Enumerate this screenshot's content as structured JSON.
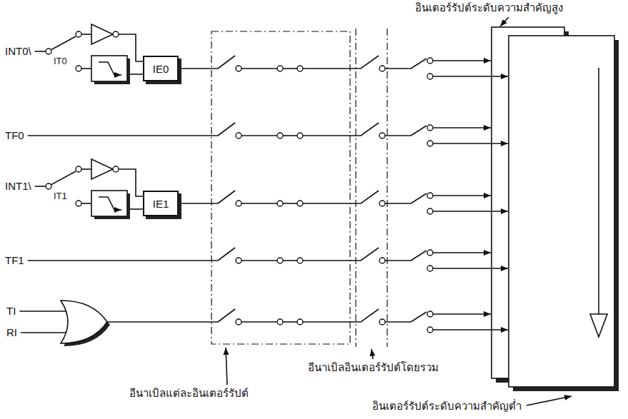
{
  "diagram": {
    "nodes": [
      {
        "text": [
          "IE0"
        ]
      },
      {
        "text": [
          "IE1"
        ]
      }
    ],
    "labels": [
      "อินเตอร์รัปต์ระดับความสำคัญสูง",
      "INT0\\",
      "IT0",
      "TF0",
      "INT1\\",
      "IT1",
      "TF1",
      "TI",
      "RI",
      "อีนาเบิลแต่ละอินเตอร์รัปต์",
      "อีนาเบิลอินเตอร์รัปต์โดยรวม",
      "อินเตอร์รัปต์ระดับความสำคัญต่ำ"
    ]
  }
}
